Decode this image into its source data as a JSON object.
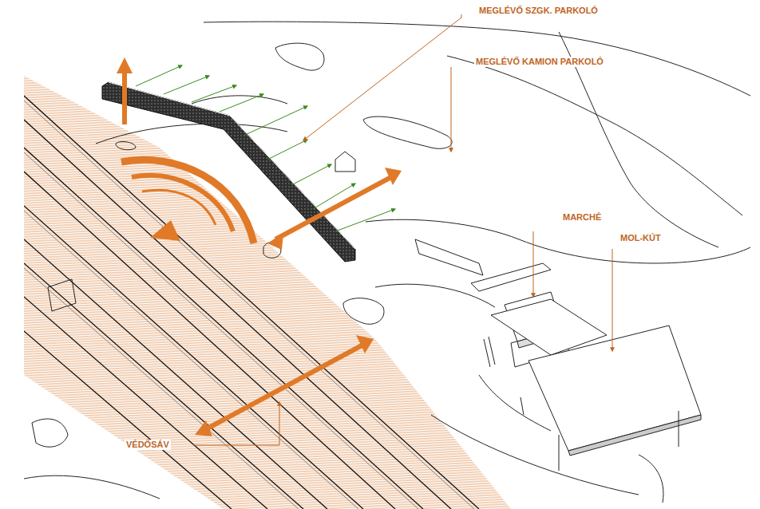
{
  "diagram": {
    "labels": [
      "MEGLÉVŐ SZGK. PARKOLÓ",
      "MEGLÉVŐ KAMION PARKOLÓ",
      "MARCHÉ",
      "MOL-KÚT",
      "VÉDŐSÁV"
    ]
  }
}
